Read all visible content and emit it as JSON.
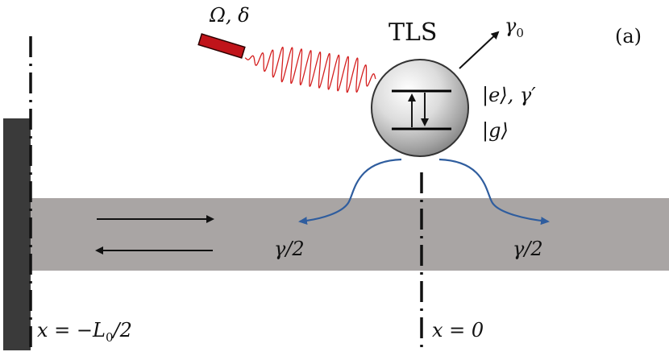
{
  "panel_label": "(a)",
  "tls": {
    "title": "TLS",
    "excited_label": "|e⟩, γ′",
    "ground_label": "|g⟩",
    "emission_label": "γ",
    "emission_subscript": "0"
  },
  "laser": {
    "label": "Ω, δ"
  },
  "waveguide": {
    "left_decay_label": "γ/2",
    "right_decay_label": "γ/2"
  },
  "positions": {
    "mirror_label": "x = −L",
    "mirror_label_subscript": "0",
    "mirror_label_tail": "/2",
    "atom_label": "x = 0"
  },
  "colors": {
    "waveguide": "#a9a5a4",
    "mirror": "#3a3a3a",
    "laser_body": "#c0141a",
    "laser_wave": "#d42020",
    "decay_arrow": "#2f5d9e",
    "ink": "#111111"
  }
}
